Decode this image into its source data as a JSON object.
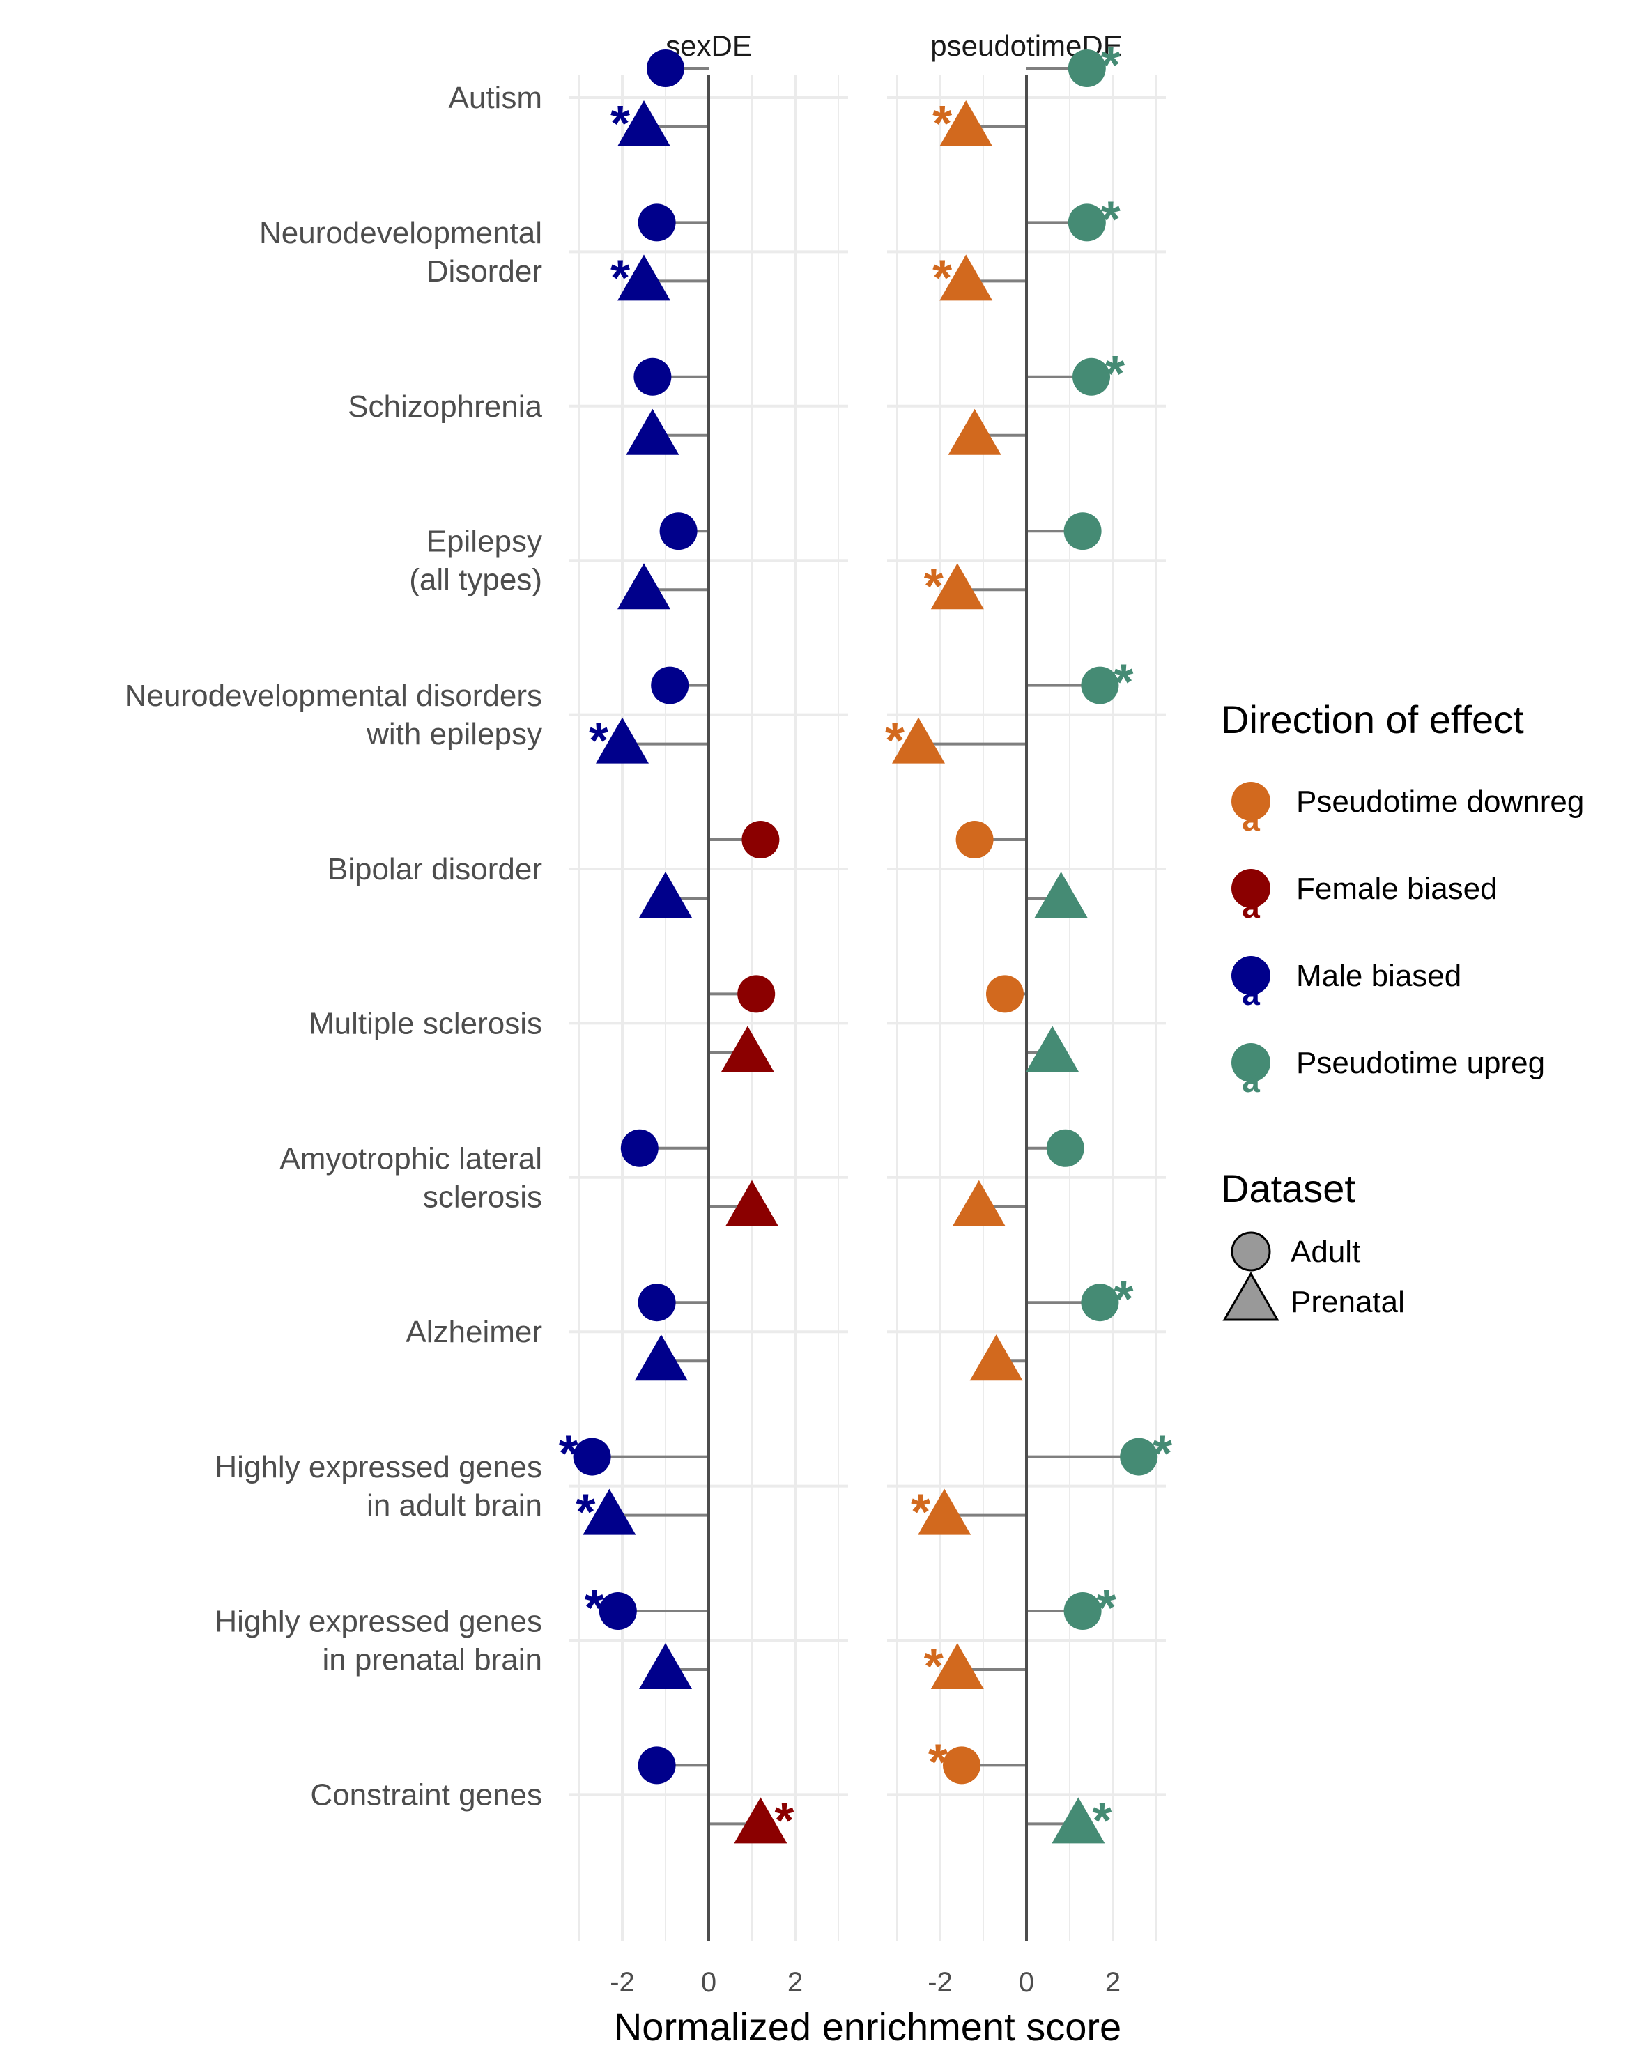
{
  "chart_data": {
    "type": "scatter",
    "facets": [
      "sexDE",
      "pseudotimeDE"
    ],
    "xlabel": "Normalized enrichment score",
    "xticks": [
      -2,
      0,
      2
    ],
    "xlim": [
      -3.2,
      3.2
    ],
    "categories": [
      {
        "lines": [
          "Autism"
        ]
      },
      {
        "lines": [
          "Neurodevelopmental",
          "Disorder"
        ]
      },
      {
        "lines": [
          "Schizophrenia"
        ]
      },
      {
        "lines": [
          "Epilepsy",
          "(all types)"
        ]
      },
      {
        "lines": [
          "Neurodevelopmental disorders",
          "with epilepsy"
        ]
      },
      {
        "lines": [
          "Bipolar disorder"
        ]
      },
      {
        "lines": [
          "Multiple sclerosis"
        ]
      },
      {
        "lines": [
          "Amyotrophic lateral",
          "sclerosis"
        ]
      },
      {
        "lines": [
          "Alzheimer"
        ]
      },
      {
        "lines": [
          "Highly expressed genes",
          "in adult brain"
        ]
      },
      {
        "lines": [
          "Highly expressed genes",
          "in prenatal brain"
        ]
      },
      {
        "lines": [
          "Constraint genes"
        ]
      }
    ],
    "star_symbol": "*",
    "colors": {
      "Pseudotime downreg": "#D2691E",
      "Female biased": "#8B0000",
      "Male biased": "#00008B",
      "Pseudotime upreg": "#458B74"
    },
    "points": [
      {
        "facet": "sexDE",
        "category": 0,
        "dataset": "Adult",
        "nes": -1.0,
        "direction": "Male biased",
        "significant": false
      },
      {
        "facet": "sexDE",
        "category": 0,
        "dataset": "Prenatal",
        "nes": -1.5,
        "direction": "Male biased",
        "significant": true
      },
      {
        "facet": "sexDE",
        "category": 1,
        "dataset": "Adult",
        "nes": -1.2,
        "direction": "Male biased",
        "significant": false
      },
      {
        "facet": "sexDE",
        "category": 1,
        "dataset": "Prenatal",
        "nes": -1.5,
        "direction": "Male biased",
        "significant": true
      },
      {
        "facet": "sexDE",
        "category": 2,
        "dataset": "Adult",
        "nes": -1.3,
        "direction": "Male biased",
        "significant": false
      },
      {
        "facet": "sexDE",
        "category": 2,
        "dataset": "Prenatal",
        "nes": -1.3,
        "direction": "Male biased",
        "significant": false
      },
      {
        "facet": "sexDE",
        "category": 3,
        "dataset": "Adult",
        "nes": -0.7,
        "direction": "Male biased",
        "significant": false
      },
      {
        "facet": "sexDE",
        "category": 3,
        "dataset": "Prenatal",
        "nes": -1.5,
        "direction": "Male biased",
        "significant": false
      },
      {
        "facet": "sexDE",
        "category": 4,
        "dataset": "Adult",
        "nes": -0.9,
        "direction": "Male biased",
        "significant": false
      },
      {
        "facet": "sexDE",
        "category": 4,
        "dataset": "Prenatal",
        "nes": -2.0,
        "direction": "Male biased",
        "significant": true
      },
      {
        "facet": "sexDE",
        "category": 5,
        "dataset": "Adult",
        "nes": 1.2,
        "direction": "Female biased",
        "significant": false
      },
      {
        "facet": "sexDE",
        "category": 5,
        "dataset": "Prenatal",
        "nes": -1.0,
        "direction": "Male biased",
        "significant": false
      },
      {
        "facet": "sexDE",
        "category": 6,
        "dataset": "Adult",
        "nes": 1.1,
        "direction": "Female biased",
        "significant": false
      },
      {
        "facet": "sexDE",
        "category": 6,
        "dataset": "Prenatal",
        "nes": 0.9,
        "direction": "Female biased",
        "significant": false
      },
      {
        "facet": "sexDE",
        "category": 7,
        "dataset": "Adult",
        "nes": -1.6,
        "direction": "Male biased",
        "significant": false
      },
      {
        "facet": "sexDE",
        "category": 7,
        "dataset": "Prenatal",
        "nes": 1.0,
        "direction": "Female biased",
        "significant": false
      },
      {
        "facet": "sexDE",
        "category": 8,
        "dataset": "Adult",
        "nes": -1.2,
        "direction": "Male biased",
        "significant": false
      },
      {
        "facet": "sexDE",
        "category": 8,
        "dataset": "Prenatal",
        "nes": -1.1,
        "direction": "Male biased",
        "significant": false
      },
      {
        "facet": "sexDE",
        "category": 9,
        "dataset": "Adult",
        "nes": -2.7,
        "direction": "Male biased",
        "significant": true
      },
      {
        "facet": "sexDE",
        "category": 9,
        "dataset": "Prenatal",
        "nes": -2.3,
        "direction": "Male biased",
        "significant": true
      },
      {
        "facet": "sexDE",
        "category": 10,
        "dataset": "Adult",
        "nes": -2.1,
        "direction": "Male biased",
        "significant": true
      },
      {
        "facet": "sexDE",
        "category": 10,
        "dataset": "Prenatal",
        "nes": -1.0,
        "direction": "Male biased",
        "significant": false
      },
      {
        "facet": "sexDE",
        "category": 11,
        "dataset": "Adult",
        "nes": -1.2,
        "direction": "Male biased",
        "significant": false
      },
      {
        "facet": "sexDE",
        "category": 11,
        "dataset": "Prenatal",
        "nes": 1.2,
        "direction": "Female biased",
        "significant": true
      },
      {
        "facet": "pseudotimeDE",
        "category": 0,
        "dataset": "Adult",
        "nes": 1.4,
        "direction": "Pseudotime upreg",
        "significant": true
      },
      {
        "facet": "pseudotimeDE",
        "category": 0,
        "dataset": "Prenatal",
        "nes": -1.4,
        "direction": "Pseudotime downreg",
        "significant": true
      },
      {
        "facet": "pseudotimeDE",
        "category": 1,
        "dataset": "Adult",
        "nes": 1.4,
        "direction": "Pseudotime upreg",
        "significant": true
      },
      {
        "facet": "pseudotimeDE",
        "category": 1,
        "dataset": "Prenatal",
        "nes": -1.4,
        "direction": "Pseudotime downreg",
        "significant": true
      },
      {
        "facet": "pseudotimeDE",
        "category": 2,
        "dataset": "Adult",
        "nes": 1.5,
        "direction": "Pseudotime upreg",
        "significant": true
      },
      {
        "facet": "pseudotimeDE",
        "category": 2,
        "dataset": "Prenatal",
        "nes": -1.2,
        "direction": "Pseudotime downreg",
        "significant": false
      },
      {
        "facet": "pseudotimeDE",
        "category": 3,
        "dataset": "Adult",
        "nes": 1.3,
        "direction": "Pseudotime upreg",
        "significant": false
      },
      {
        "facet": "pseudotimeDE",
        "category": 3,
        "dataset": "Prenatal",
        "nes": -1.6,
        "direction": "Pseudotime downreg",
        "significant": true
      },
      {
        "facet": "pseudotimeDE",
        "category": 4,
        "dataset": "Adult",
        "nes": 1.7,
        "direction": "Pseudotime upreg",
        "significant": true
      },
      {
        "facet": "pseudotimeDE",
        "category": 4,
        "dataset": "Prenatal",
        "nes": -2.5,
        "direction": "Pseudotime downreg",
        "significant": true
      },
      {
        "facet": "pseudotimeDE",
        "category": 5,
        "dataset": "Adult",
        "nes": -1.2,
        "direction": "Pseudotime downreg",
        "significant": false
      },
      {
        "facet": "pseudotimeDE",
        "category": 5,
        "dataset": "Prenatal",
        "nes": 0.8,
        "direction": "Pseudotime upreg",
        "significant": false
      },
      {
        "facet": "pseudotimeDE",
        "category": 6,
        "dataset": "Adult",
        "nes": -0.5,
        "direction": "Pseudotime downreg",
        "significant": false
      },
      {
        "facet": "pseudotimeDE",
        "category": 6,
        "dataset": "Prenatal",
        "nes": 0.6,
        "direction": "Pseudotime upreg",
        "significant": false
      },
      {
        "facet": "pseudotimeDE",
        "category": 7,
        "dataset": "Adult",
        "nes": 0.9,
        "direction": "Pseudotime upreg",
        "significant": false
      },
      {
        "facet": "pseudotimeDE",
        "category": 7,
        "dataset": "Prenatal",
        "nes": -1.1,
        "direction": "Pseudotime downreg",
        "significant": false
      },
      {
        "facet": "pseudotimeDE",
        "category": 8,
        "dataset": "Adult",
        "nes": 1.7,
        "direction": "Pseudotime upreg",
        "significant": true
      },
      {
        "facet": "pseudotimeDE",
        "category": 8,
        "dataset": "Prenatal",
        "nes": -0.7,
        "direction": "Pseudotime downreg",
        "significant": false
      },
      {
        "facet": "pseudotimeDE",
        "category": 9,
        "dataset": "Adult",
        "nes": 2.6,
        "direction": "Pseudotime upreg",
        "significant": true
      },
      {
        "facet": "pseudotimeDE",
        "category": 9,
        "dataset": "Prenatal",
        "nes": -1.9,
        "direction": "Pseudotime downreg",
        "significant": true
      },
      {
        "facet": "pseudotimeDE",
        "category": 10,
        "dataset": "Adult",
        "nes": 1.3,
        "direction": "Pseudotime upreg",
        "significant": true
      },
      {
        "facet": "pseudotimeDE",
        "category": 10,
        "dataset": "Prenatal",
        "nes": -1.6,
        "direction": "Pseudotime downreg",
        "significant": true
      },
      {
        "facet": "pseudotimeDE",
        "category": 11,
        "dataset": "Adult",
        "nes": -1.5,
        "direction": "Pseudotime downreg",
        "significant": true
      },
      {
        "facet": "pseudotimeDE",
        "category": 11,
        "dataset": "Prenatal",
        "nes": 1.2,
        "direction": "Pseudotime upreg",
        "significant": true
      }
    ],
    "legend": {
      "placement": "right",
      "direction_title": "Direction of effect",
      "direction_items": [
        "Pseudotime downreg",
        "Female biased",
        "Male biased",
        "Pseudotime upreg"
      ],
      "direction_key_glyph": "a",
      "dataset_title": "Dataset",
      "dataset_items": [
        {
          "label": "Adult",
          "shape": "circle"
        },
        {
          "label": "Prenatal",
          "shape": "triangle"
        }
      ],
      "dataset_key_color": "#999999"
    },
    "grid": true
  }
}
